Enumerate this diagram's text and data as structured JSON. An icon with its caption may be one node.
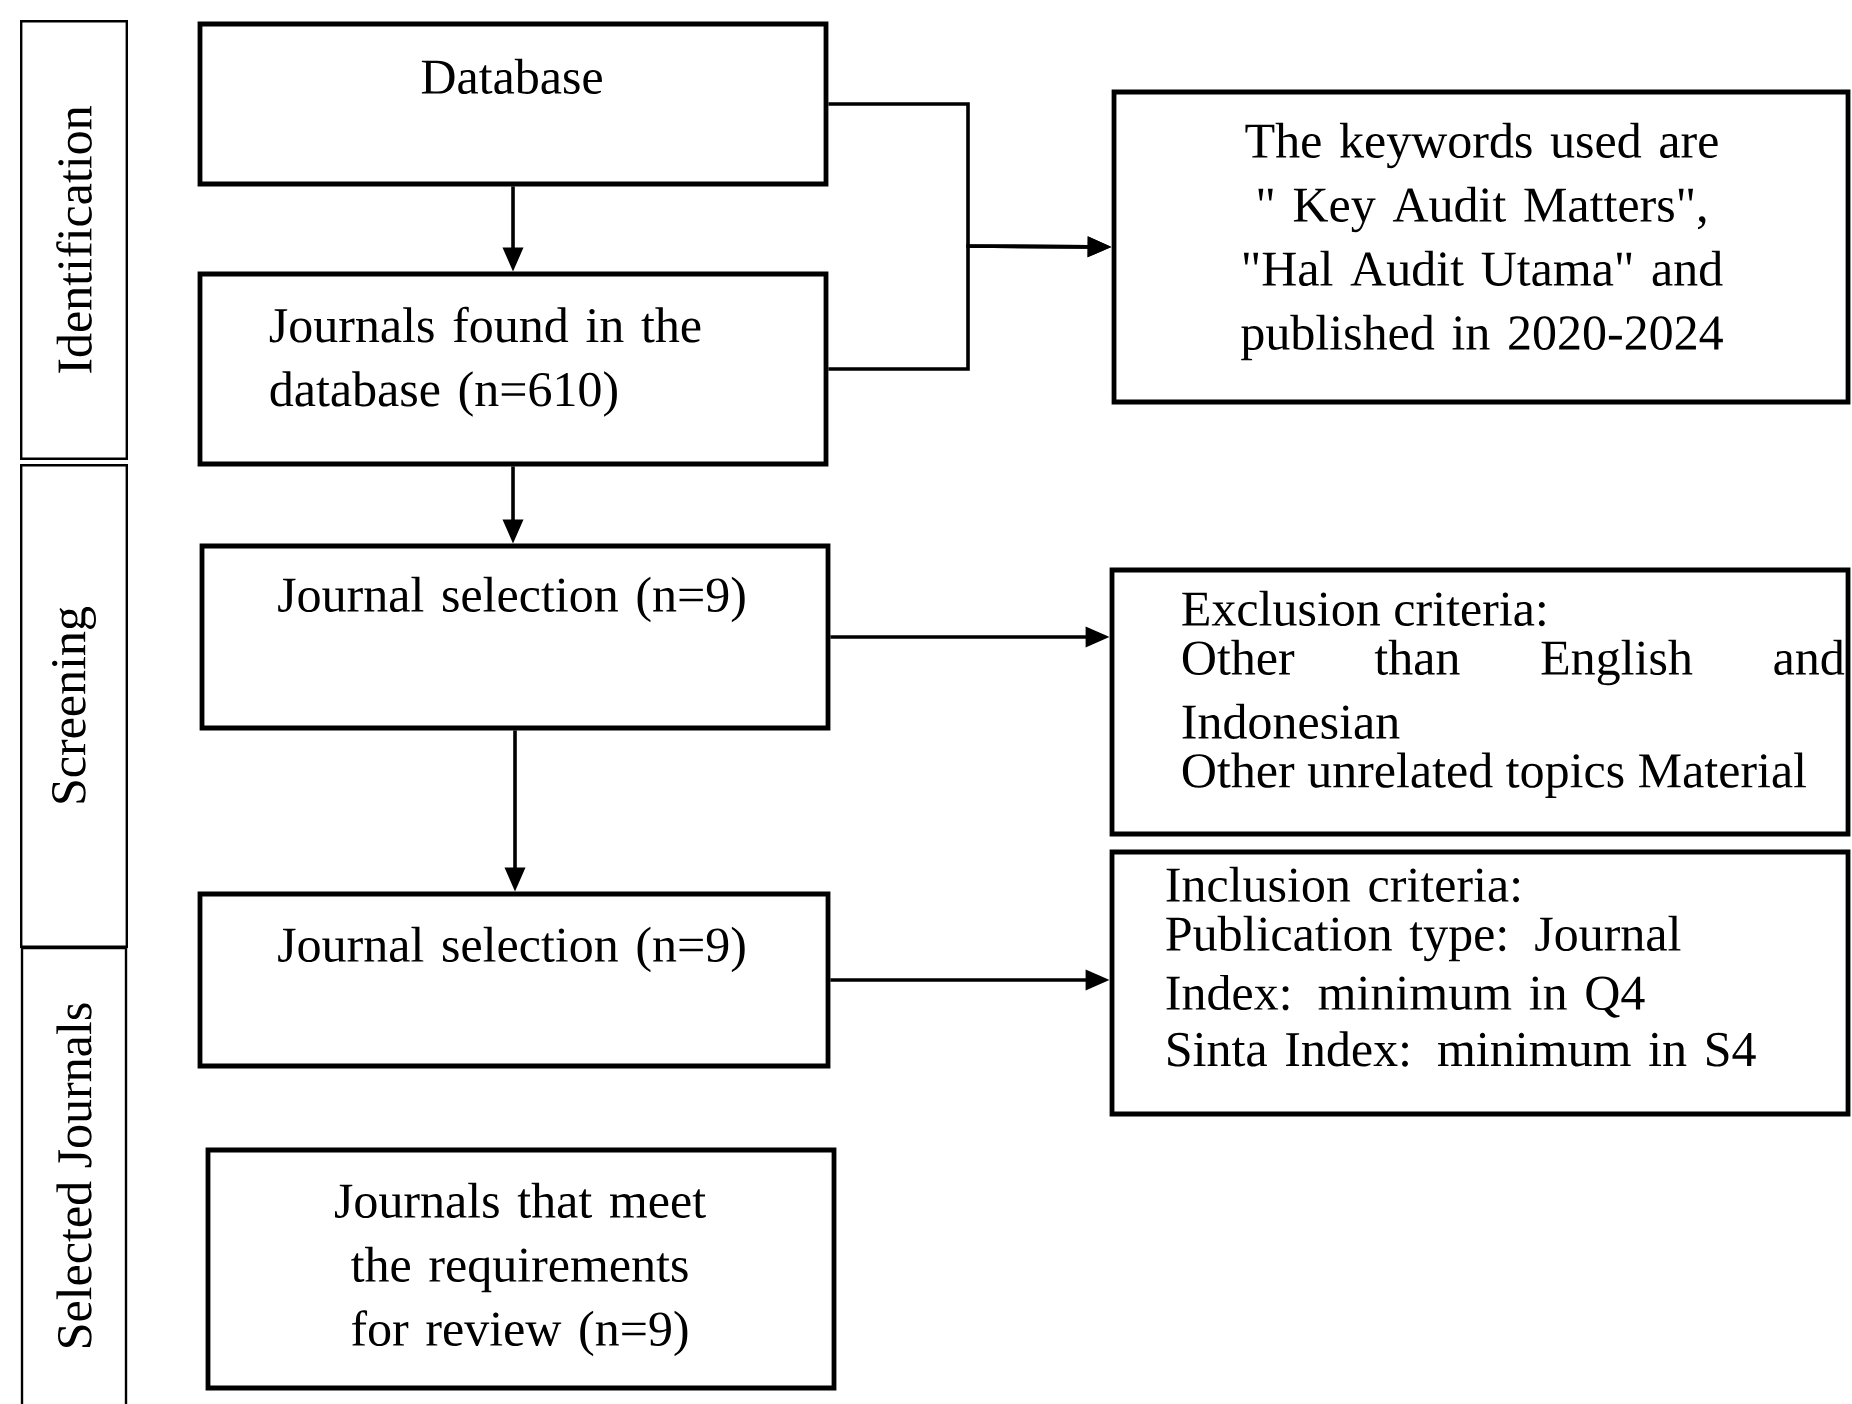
{
  "diagram": {
    "nodes": [
      {
        "text": [
          "Identification"
        ]
      },
      {
        "text": [
          "Screening"
        ]
      },
      {
        "text": [
          "Selected Journals"
        ]
      },
      {
        "text": [
          "Database"
        ]
      },
      {
        "text": [
          "Journals found in the database (n=610)"
        ]
      },
      {
        "text": [
          "The keywords used are \" Key Audit Matters\", \"Hal Audit Utama\" and published in 2020-2024"
        ]
      },
      {
        "text": [
          "Journal selection (n=9)"
        ]
      },
      {
        "text": [
          "Exclusion criteria:",
          "Other than English and Indonesian",
          "Other unrelated topics Material"
        ]
      },
      {
        "text": [
          "Journal selection (n=9)"
        ]
      },
      {
        "text": [
          "Inclusion criteria:",
          "Publication type: Journal",
          "Index: minimum in Q4",
          "Sinta Index: minimum in S4"
        ]
      },
      {
        "text": [
          "Journals that meet the requirements for review (n=9)"
        ]
      }
    ],
    "edges": [
      {
        "from": 3,
        "to": 4,
        "arrow": "to"
      },
      {
        "from": 3,
        "to": 5,
        "arrow": "to"
      },
      {
        "from": 4,
        "to": 5,
        "arrow": "to"
      },
      {
        "from": 4,
        "to": 6,
        "arrow": "to"
      },
      {
        "from": 6,
        "to": 7,
        "arrow": "to"
      },
      {
        "from": 6,
        "to": 8,
        "arrow": "to"
      },
      {
        "from": 8,
        "to": 9,
        "arrow": "to"
      }
    ]
  }
}
